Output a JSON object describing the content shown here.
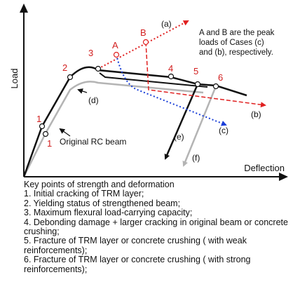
{
  "axes": {
    "y_label": "Load",
    "x_label": "Deflection"
  },
  "curve_labels": {
    "a": "(a)",
    "b": "(b)",
    "c": "(c)",
    "d": "(d)",
    "e": "(e)",
    "f": "(f)",
    "original": "Original RC beam"
  },
  "peak_labels": {
    "A": "A",
    "B": "B"
  },
  "point_numbers": {
    "p1_upper": "1",
    "p1_lower": "1",
    "p2": "2",
    "p3": "3",
    "p4": "4",
    "p5": "5",
    "p6": "6"
  },
  "note": {
    "line1": "A and B are the peak",
    "line2": "loads of Cases (c)",
    "line3": "and (b), respectively."
  },
  "legend": {
    "title": "Key points of strength and deformation",
    "items": [
      "1. Initial cracking of TRM layer;",
      "2. Yielding status of strengthened beam;",
      "3. Maximum flexural load-carrying capacity;",
      "4. Debonding damage + larger cracking in original beam or concrete crushing;",
      "5. Fracture of TRM layer or concrete crushing ( with weak reinforcements);",
      "6. Fracture of TRM layer or concrete crushing ( with strong reinforcements);"
    ]
  },
  "colors": {
    "strengthened": "#111111",
    "original": "#b4b4b4",
    "case_a_b": "#e02020",
    "case_c": "#1a3fd8",
    "axis": "#111111"
  }
}
